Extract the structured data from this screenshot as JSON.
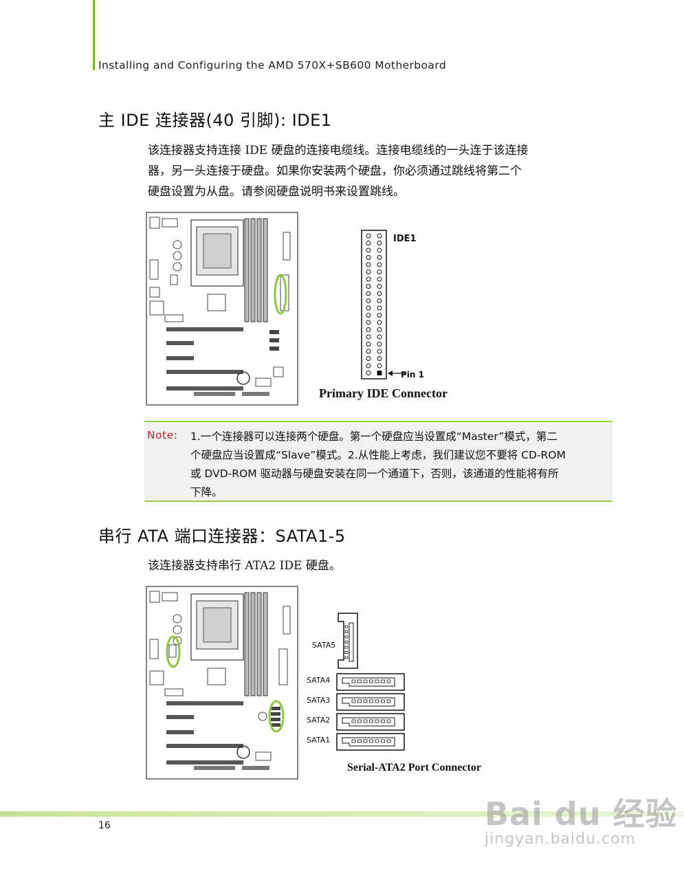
{
  "header": {
    "title": "Installing and Configuring the AMD 570X+SB600 Motherboard"
  },
  "section1": {
    "title": "主 IDE 连接器(40 引脚): IDE1",
    "paragraph_lines": [
      "该连接器支持连接 IDE 硬盘的连接电缆线。连接电缆线的一头连于该连接",
      "器，另一头连接于硬盘。如果你安装两个硬盘，你必须通过跳线将第二个",
      "硬盘设置为从盘。请参阅硬盘说明书来设置跳线。"
    ],
    "figure": {
      "connector_label": "IDE1",
      "pin_label": "Pin 1",
      "caption": "Primary IDE Connector",
      "pin_rows": 20,
      "pin_cols": 2
    }
  },
  "note": {
    "label": "Note:",
    "lines": [
      "1.一个连接器可以连接两个硬盘。第一个硬盘应当设置成“Master”模式，第二",
      "个硬盘应当设置成“Slave”模式。2.从性能上考虑，我们建议您不要将 CD-ROM",
      "或 DVD-ROM 驱动器与硬盘安装在同一个通道下，否则，该通道的性能将有所",
      "下降。"
    ]
  },
  "section2": {
    "title": "串行 ATA 端口连接器：SATA1-5",
    "paragraph": "该连接器支持串行 ATA2 IDE 硬盘。",
    "figure": {
      "ports": [
        "SATA5",
        "SATA4",
        "SATA3",
        "SATA2",
        "SATA1"
      ],
      "caption": "Serial-ATA2 Port Connector"
    }
  },
  "footer": {
    "page_number": "16"
  },
  "watermark": {
    "line1": "Bai du 经验",
    "line2": "jingyan.baidu.com"
  },
  "colors": {
    "accent_green": "#76b900",
    "note_label": "#b8272c",
    "highlight": "#8cc63f"
  }
}
